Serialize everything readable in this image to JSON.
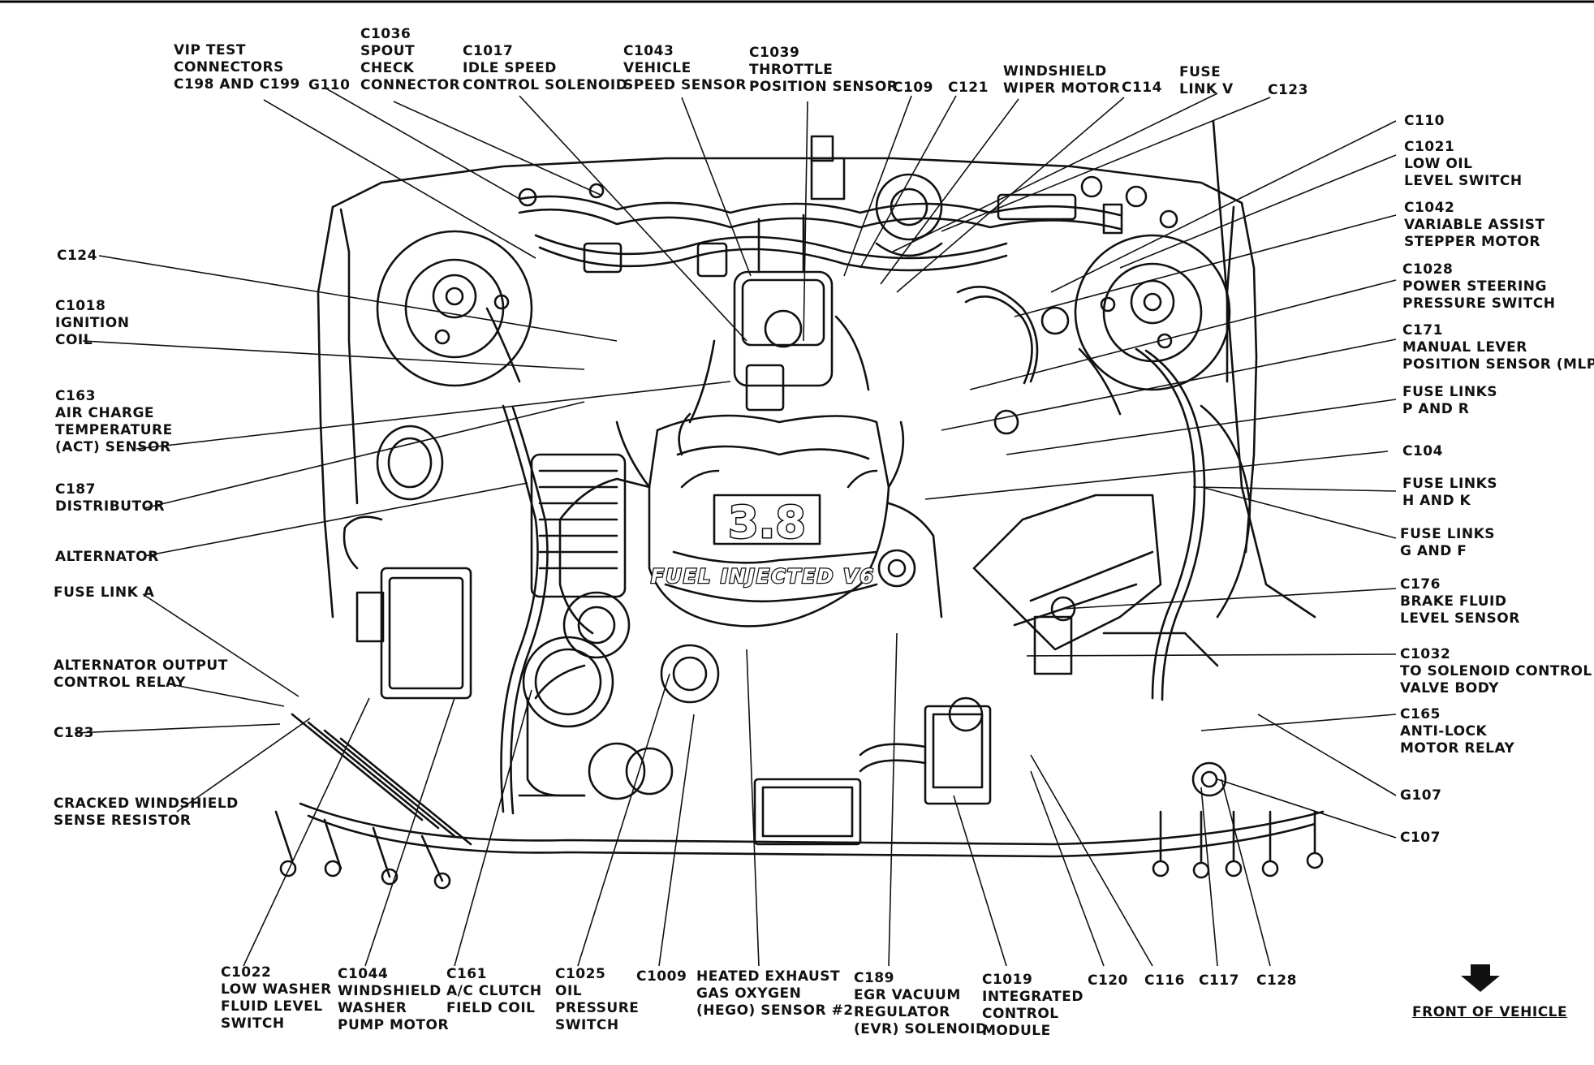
{
  "diagram": {
    "engine_badge_size": "3.8",
    "engine_badge_text": "FUEL INJECTED V6",
    "front_label": "FRONT OF VEHICLE",
    "labels_top": [
      {
        "id": "vip",
        "lines": [
          "VIP TEST",
          "CONNECTORS",
          "C198 AND C199"
        ]
      },
      {
        "id": "g110",
        "lines": [
          "G110"
        ]
      },
      {
        "id": "c1036",
        "lines": [
          "C1036",
          "SPOUT",
          "CHECK",
          "CONNECTOR"
        ]
      },
      {
        "id": "c1017",
        "lines": [
          "C1017",
          "IDLE SPEED",
          "CONTROL SOLENOID"
        ]
      },
      {
        "id": "c1043",
        "lines": [
          "C1043",
          "VEHICLE",
          "SPEED SENSOR"
        ]
      },
      {
        "id": "c1039",
        "lines": [
          "C1039",
          "THROTTLE",
          "POSITION SENSOR"
        ]
      },
      {
        "id": "c109",
        "lines": [
          "C109"
        ]
      },
      {
        "id": "c121",
        "lines": [
          "C121"
        ]
      },
      {
        "id": "wiper",
        "lines": [
          "WINDSHIELD",
          "WIPER MOTOR"
        ]
      },
      {
        "id": "c114",
        "lines": [
          "C114"
        ]
      },
      {
        "id": "fuselinkv",
        "lines": [
          "FUSE",
          "LINK V"
        ]
      },
      {
        "id": "c123",
        "lines": [
          "C123"
        ]
      }
    ],
    "labels_left": [
      {
        "id": "c124",
        "lines": [
          "C124"
        ]
      },
      {
        "id": "c1018",
        "lines": [
          "C1018",
          "IGNITION",
          "COIL"
        ]
      },
      {
        "id": "c163",
        "lines": [
          "C163",
          "AIR CHARGE",
          "TEMPERATURE",
          "(ACT) SENSOR"
        ]
      },
      {
        "id": "c187",
        "lines": [
          "C187",
          "DISTRIBUTOR"
        ]
      },
      {
        "id": "alternator",
        "lines": [
          "ALTERNATOR"
        ]
      },
      {
        "id": "fuselinka",
        "lines": [
          "FUSE LINK A"
        ]
      },
      {
        "id": "altrelay",
        "lines": [
          "ALTERNATOR OUTPUT",
          "CONTROL RELAY"
        ]
      },
      {
        "id": "c183",
        "lines": [
          "C183"
        ]
      },
      {
        "id": "cracked",
        "lines": [
          "CRACKED WINDSHIELD",
          "SENSE RESISTOR"
        ]
      }
    ],
    "labels_right": [
      {
        "id": "c110",
        "lines": [
          "C110"
        ]
      },
      {
        "id": "c1021",
        "lines": [
          "C1021",
          "LOW OIL",
          "LEVEL SWITCH"
        ]
      },
      {
        "id": "c1042",
        "lines": [
          "C1042",
          "VARIABLE ASSIST",
          "STEPPER MOTOR"
        ]
      },
      {
        "id": "c1028",
        "lines": [
          "C1028",
          "POWER STEERING",
          "PRESSURE SWITCH"
        ]
      },
      {
        "id": "c171",
        "lines": [
          "C171",
          "MANUAL LEVER",
          "POSITION SENSOR (MLPS)"
        ]
      },
      {
        "id": "fuselinkspr",
        "lines": [
          "FUSE LINKS",
          "P AND R"
        ]
      },
      {
        "id": "c104",
        "lines": [
          "C104"
        ]
      },
      {
        "id": "fuselinkshk",
        "lines": [
          "FUSE LINKS",
          "H AND K"
        ]
      },
      {
        "id": "fuselinksgf",
        "lines": [
          "FUSE LINKS",
          "G AND F"
        ]
      },
      {
        "id": "c176",
        "lines": [
          "C176",
          "BRAKE FLUID",
          "LEVEL SENSOR"
        ]
      },
      {
        "id": "c1032",
        "lines": [
          "C1032",
          "TO SOLENOID CONTROL",
          "VALVE BODY"
        ]
      },
      {
        "id": "c165",
        "lines": [
          "C165",
          "ANTI-LOCK",
          "MOTOR RELAY"
        ]
      },
      {
        "id": "g107",
        "lines": [
          "G107"
        ]
      },
      {
        "id": "c107",
        "lines": [
          "C107"
        ]
      }
    ],
    "labels_bottom": [
      {
        "id": "c1022",
        "lines": [
          "C1022",
          "LOW WASHER",
          "FLUID LEVEL",
          "SWITCH"
        ]
      },
      {
        "id": "c1044",
        "lines": [
          "C1044",
          "WINDSHIELD",
          "WASHER",
          "PUMP MOTOR"
        ]
      },
      {
        "id": "c161",
        "lines": [
          "C161",
          "A/C CLUTCH",
          "FIELD COIL"
        ]
      },
      {
        "id": "c1025",
        "lines": [
          "C1025",
          "OIL",
          "PRESSURE",
          "SWITCH"
        ]
      },
      {
        "id": "c1009",
        "lines": [
          "C1009"
        ]
      },
      {
        "id": "hego",
        "lines": [
          "HEATED EXHAUST",
          "GAS OXYGEN",
          "(HEGO) SENSOR #2"
        ]
      },
      {
        "id": "c189",
        "lines": [
          "C189",
          "EGR VACUUM",
          "REGULATOR",
          "(EVR) SOLENOID"
        ]
      },
      {
        "id": "c1019",
        "lines": [
          "C1019",
          "INTEGRATED",
          "CONTROL",
          "MODULE"
        ]
      },
      {
        "id": "c120",
        "lines": [
          "C120"
        ]
      },
      {
        "id": "c116",
        "lines": [
          "C116"
        ]
      },
      {
        "id": "c117",
        "lines": [
          "C117"
        ]
      },
      {
        "id": "c128",
        "lines": [
          "C128"
        ]
      }
    ]
  }
}
